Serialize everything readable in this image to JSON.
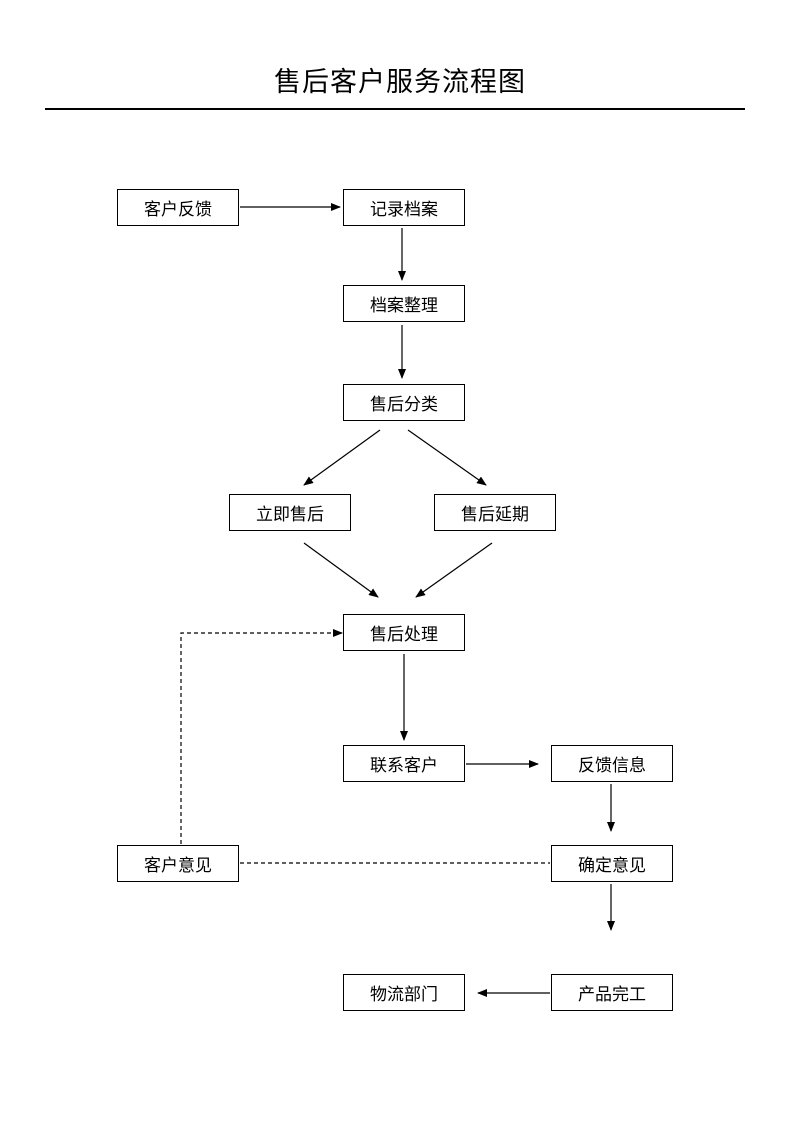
{
  "title": "售后客户服务流程图",
  "nodes": {
    "customer_feedback": "客户反馈",
    "record_archive": "记录档案",
    "archive_organize": "档案整理",
    "aftersales_classify": "售后分类",
    "immediate_aftersales": "立即售后",
    "aftersales_delay": "售后延期",
    "aftersales_processing": "售后处理",
    "contact_customer": "联系客户",
    "feedback_info": "反馈信息",
    "customer_opinion": "客户意见",
    "confirm_opinion": "确定意见",
    "logistics_department": "物流部门",
    "product_completed": "产品完工"
  }
}
